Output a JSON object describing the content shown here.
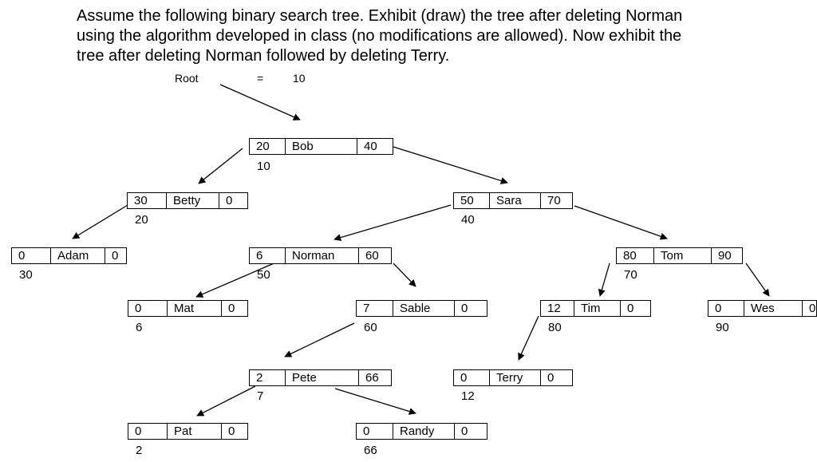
{
  "question": {
    "line1": "Assume the following binary search tree.  Exhibit (draw) the tree after deleting Norman",
    "line2": "using the algorithm developed in class (no modifications are allowed).  Now exhibit the",
    "line3": "tree after deleting Norman followed by deleting Terry."
  },
  "root": {
    "label": "Root",
    "equals": "=",
    "value": "10"
  },
  "nodes": {
    "bob": {
      "left": "20",
      "name": "Bob",
      "right": "40",
      "addr": "10"
    },
    "betty": {
      "left": "30",
      "name": "Betty",
      "right": "0",
      "addr": "20"
    },
    "sara": {
      "left": "50",
      "name": "Sara",
      "right": "70",
      "addr": "40"
    },
    "adam": {
      "left": "0",
      "name": "Adam",
      "right": "0",
      "addr": "30"
    },
    "norman": {
      "left": "6",
      "name": "Norman",
      "right": "60",
      "addr": "50"
    },
    "tom": {
      "left": "80",
      "name": "Tom",
      "right": "90",
      "addr": "70"
    },
    "mat": {
      "left": "0",
      "name": "Mat",
      "right": "0",
      "addr": "6"
    },
    "sable": {
      "left": "7",
      "name": "Sable",
      "right": "0",
      "addr": "60"
    },
    "tim": {
      "left": "12",
      "name": "Tim",
      "right": "0",
      "addr": "80"
    },
    "wes": {
      "left": "0",
      "name": "Wes",
      "right": "0",
      "addr": "90"
    },
    "pete": {
      "left": "2",
      "name": "Pete",
      "right": "66",
      "addr": "7"
    },
    "terry": {
      "left": "0",
      "name": "Terry",
      "right": "0",
      "addr": "12"
    },
    "pat": {
      "left": "0",
      "name": "Pat",
      "right": "0",
      "addr": "2"
    },
    "randy": {
      "left": "0",
      "name": "Randy",
      "right": "0",
      "addr": "66"
    }
  }
}
